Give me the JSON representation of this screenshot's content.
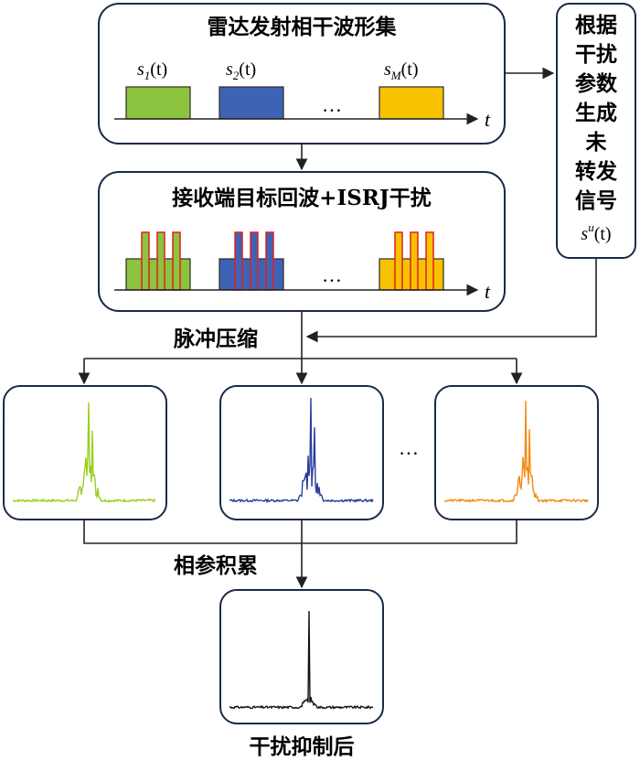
{
  "top_box": {
    "title": "雷达发射相干波形集",
    "signals": [
      {
        "base": "s",
        "sub": "1",
        "arg": "(t)",
        "color": "#8cc43f"
      },
      {
        "base": "s",
        "sub": "2",
        "arg": "(t)",
        "color": "#3f63b4"
      },
      {
        "base": "s",
        "sub": "M",
        "arg": "(t)",
        "color": "#f7c300"
      }
    ],
    "ellipsis": "…",
    "axis_label": "t"
  },
  "right_box": {
    "lines": [
      "根据",
      "干扰",
      "参数",
      "生成",
      "未",
      "转发",
      "信号"
    ],
    "signal": {
      "base": "s",
      "sup": "u",
      "arg": "(t)"
    }
  },
  "middle_box": {
    "title": "接收端目标回波+ISRJ干扰",
    "ellipsis": "…",
    "axis_label": "t",
    "jam_color": "#e02020"
  },
  "labels": {
    "pulse_compression": "脉冲压缩",
    "coherent_accumulation": "相参积累",
    "after_suppression": "干扰抑制后",
    "panels_ellipsis": "…"
  },
  "panels": [
    {
      "color": "#9acd20"
    },
    {
      "color": "#2a3e9c"
    },
    {
      "color": "#f28a14"
    }
  ],
  "result_panel": {
    "color": "#111111"
  }
}
